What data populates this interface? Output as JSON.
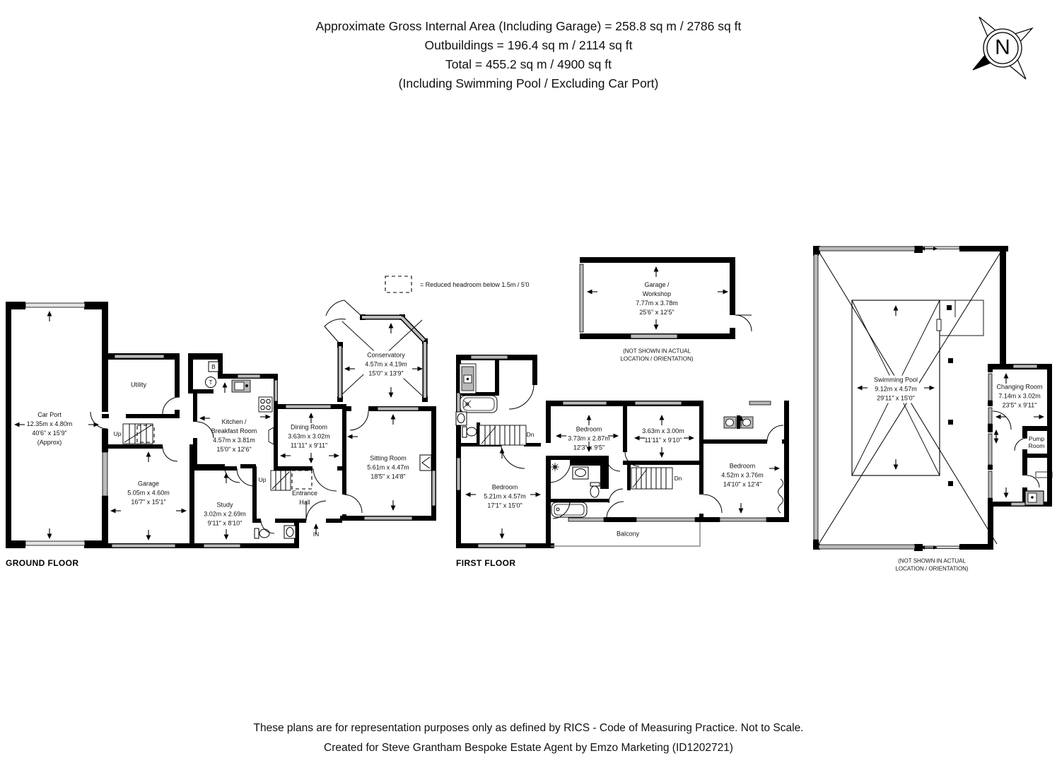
{
  "header": {
    "line1": "Approximate Gross Internal Area (Including Garage) = 258.8 sq m / 2786 sq ft",
    "line2": "Outbuildings = 196.4 sq m / 2114 sq ft",
    "line3": "Total = 455.2 sq m / 4900 sq ft",
    "line4": "(Including Swimming Pool / Excluding Car Port)"
  },
  "compass": {
    "letter": "N"
  },
  "legend": {
    "text": "= Reduced headroom below 1.5m / 5'0"
  },
  "floor_labels": {
    "ground": "GROUND FLOOR",
    "first": "FIRST FLOOR"
  },
  "notes": {
    "not_shown_line1": "(NOT SHOWN IN ACTUAL",
    "not_shown_line2": "LOCATION / ORIENTATION)"
  },
  "markers": {
    "up": "Up",
    "down": "Dn",
    "in": "IN",
    "boiler": "B",
    "tank": "T"
  },
  "rooms": {
    "car_port": {
      "name": "Car Port",
      "metric": "12.35m x 4.80m",
      "imperial": "40'6\" x 15'9\"",
      "approx": "(Approx)"
    },
    "utility": {
      "name": "Utility"
    },
    "garage": {
      "name": "Garage",
      "metric": "5.05m x 4.60m",
      "imperial": "16'7\" x 15'1\""
    },
    "kitchen": {
      "name_line1": "Kitchen /",
      "name_line2": "Breakfast Room",
      "metric": "4.57m x 3.81m",
      "imperial": "15'0\" x 12'6\""
    },
    "dining": {
      "name": "Dining Room",
      "metric": "3.63m x 3.02m",
      "imperial": "11'11\" x 9'11\""
    },
    "conservatory": {
      "name": "Conservatory",
      "metric": "4.57m x 4.19m",
      "imperial": "15'0\" x 13'9\""
    },
    "sitting": {
      "name": "Sitting Room",
      "metric": "5.61m x 4.47m",
      "imperial": "18'5\" x 14'8\""
    },
    "study": {
      "name": "Study",
      "metric": "3.02m x 2.69m",
      "imperial": "9'11\" x 8'10\""
    },
    "entrance": {
      "name_line1": "Entrance",
      "name_line2": "Hall"
    },
    "garage_workshop": {
      "name_line1": "Garage /",
      "name_line2": "Workshop",
      "metric": "7.77m x 3.78m",
      "imperial": "25'6\" x 12'5\""
    },
    "bedroom1": {
      "name": "Bedroom",
      "metric": "5.21m x 4.57m",
      "imperial": "17'1\" x 15'0\""
    },
    "bedroom2": {
      "name": "Bedroom",
      "metric": "3.73m x 2.87m",
      "imperial": "12'3\" x 9'5\""
    },
    "room363": {
      "metric": "3.63m x 3.00m",
      "imperial": "11'11\" x 9'10\""
    },
    "bedroom3": {
      "name": "Bedroom",
      "metric": "4.52m x 3.76m",
      "imperial": "14'10\" x 12'4\""
    },
    "balcony": {
      "name": "Balcony"
    },
    "swimming_pool": {
      "name": "Swimming Pool",
      "metric": "9.12m x 4.57m",
      "imperial": "29'11\" x 15'0\""
    },
    "changing_room": {
      "name": "Changing Room",
      "metric": "7.14m x 3.02m",
      "imperial": "23'5\" x 9'11\""
    },
    "pump_room": {
      "name_line1": "Pump",
      "name_line2": "Room"
    }
  },
  "footer": {
    "line1": "These plans are for representation purposes only as defined by RICS - Code of Measuring Practice. Not to Scale.",
    "line2": "Created for Steve Grantham Bespoke Estate Agent by Emzo Marketing (ID1202721)"
  }
}
